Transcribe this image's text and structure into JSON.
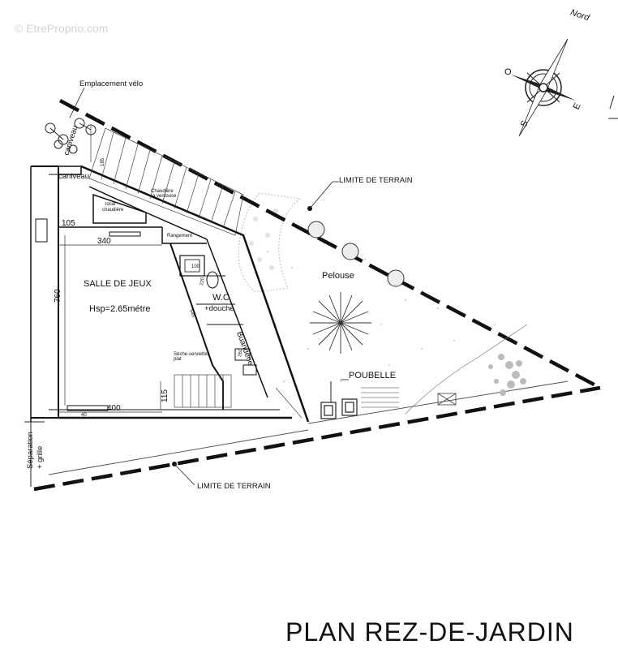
{
  "watermark": "© EtreProprio.com",
  "title": "PLAN REZ-DE-JARDIN",
  "compass": {
    "nord": "Nord",
    "west": "O",
    "east": "E",
    "south": "S"
  },
  "labels": {
    "bike_parking": "Emplacement vélo",
    "gutter_top": "caniveau",
    "gutter_left": "caniveau",
    "boundary_top": "LIMITE DE TERRAIN",
    "boundary_bottom": "LIMITE DE TERRAIN",
    "boiler_room_1": "local",
    "boiler_room_2": "chaudière",
    "boiler_1": "Chaudière",
    "boiler_2": "à ventouse",
    "storage": "Rangement",
    "games_room": "SALLE DE JEUX",
    "ceiling_height": "Hsp=2.65métre",
    "wc": "W.C",
    "shower": "+douche",
    "laundry": "Buanderie",
    "towel_dryer_1": "Sèche-serviettes",
    "towel_dryer_2": "plat",
    "lawn": "Pelouse",
    "bin": "POUBELLE",
    "separation_1": "Séparation",
    "separation_2": "+ grille"
  },
  "dimensions": {
    "d185": "185",
    "d105": "105",
    "d340": "340",
    "d760": "760",
    "d100": "100",
    "d220": "220",
    "d545": "545",
    "d260": "260",
    "d115": "115",
    "d400": "400",
    "d40": "40"
  }
}
